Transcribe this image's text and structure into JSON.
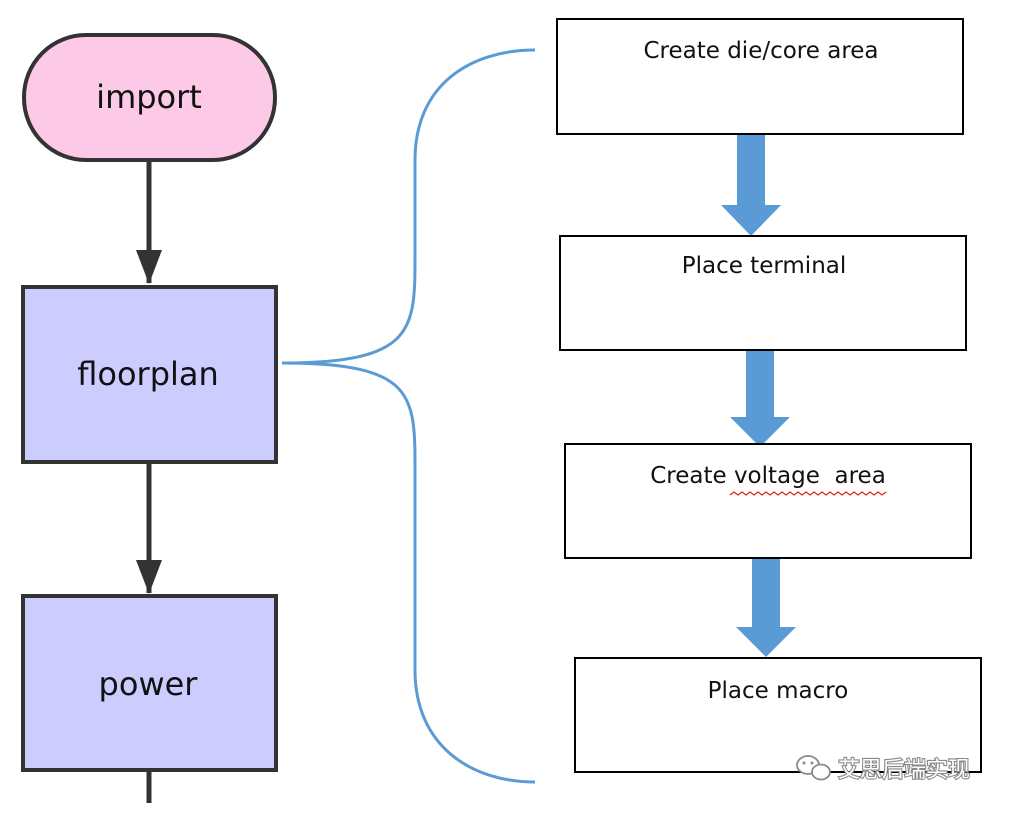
{
  "colors": {
    "start_fill": "#fcc9e6",
    "process_fill": "#ccccff",
    "arrow_dark": "#333333",
    "step_arrow": "#5b9bd5",
    "brace": "#5b9bd5",
    "spell_squiggle": "#e02020"
  },
  "main_flow": {
    "start": {
      "label": "import"
    },
    "steps": [
      {
        "label": "floorplan"
      },
      {
        "label": "power"
      }
    ]
  },
  "floorplan_steps": [
    {
      "label": "Create die/core area"
    },
    {
      "label": "Place terminal"
    },
    {
      "label": "Create voltage  area"
    },
    {
      "label": "Place macro"
    }
  ],
  "watermark": {
    "text": "艾思后端实现",
    "icon": "wechat-icon"
  }
}
